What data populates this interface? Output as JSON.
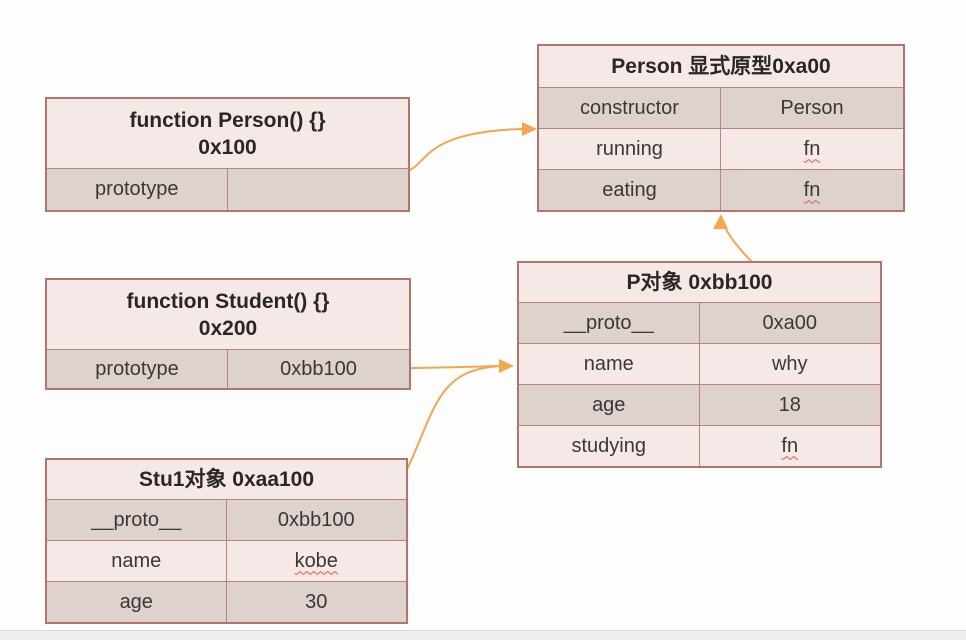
{
  "colors": {
    "page-bg": "#fdfdfd",
    "table-border": "#b1756a",
    "inner-border": "#bc8376",
    "header-bg": "#f5e9e8",
    "row-light": "#f5e9e8",
    "row-dark": "#ded2ce",
    "text": "#3b3734",
    "title-text": "#2b2624",
    "arrow": "#f2a64e",
    "wavy": "#e4564a",
    "bottom-bar-bg": "#f0eff0",
    "bottom-bar-border": "#d8d7d9"
  },
  "tables": {
    "person_fn": {
      "title_line1": "function Person() {}",
      "title_line2": "0x100",
      "rows": [
        {
          "key": "prototype",
          "value": ""
        }
      ]
    },
    "person_prototype": {
      "title": "Person 显式原型0xa00",
      "rows": [
        {
          "key": "constructor",
          "value": "Person"
        },
        {
          "key": "running",
          "value": "fn"
        },
        {
          "key": "eating",
          "value": "fn"
        }
      ]
    },
    "student_fn": {
      "title_line1": "function Student() {}",
      "title_line2": "0x200",
      "rows": [
        {
          "key": "prototype",
          "value": "0xbb100"
        }
      ]
    },
    "p_object": {
      "title": "P对象 0xbb100",
      "rows": [
        {
          "key": "__proto__",
          "value": "0xa00"
        },
        {
          "key": "name",
          "value": "why"
        },
        {
          "key": "age",
          "value": "18"
        },
        {
          "key": "studying",
          "value": "fn"
        }
      ]
    },
    "stu1_object": {
      "title": "Stu1对象 0xaa100",
      "rows": [
        {
          "key": "__proto__",
          "value": "0xbb100"
        },
        {
          "key": "name",
          "value": "kobe"
        },
        {
          "key": "age",
          "value": "30"
        }
      ]
    }
  },
  "arrows": [
    {
      "name": "person-prototype-to-prototype-table"
    },
    {
      "name": "student-prototype-to-p-object"
    },
    {
      "name": "stu1-proto-to-p-object"
    },
    {
      "name": "p-object-proto-to-person-prototype-table"
    }
  ]
}
